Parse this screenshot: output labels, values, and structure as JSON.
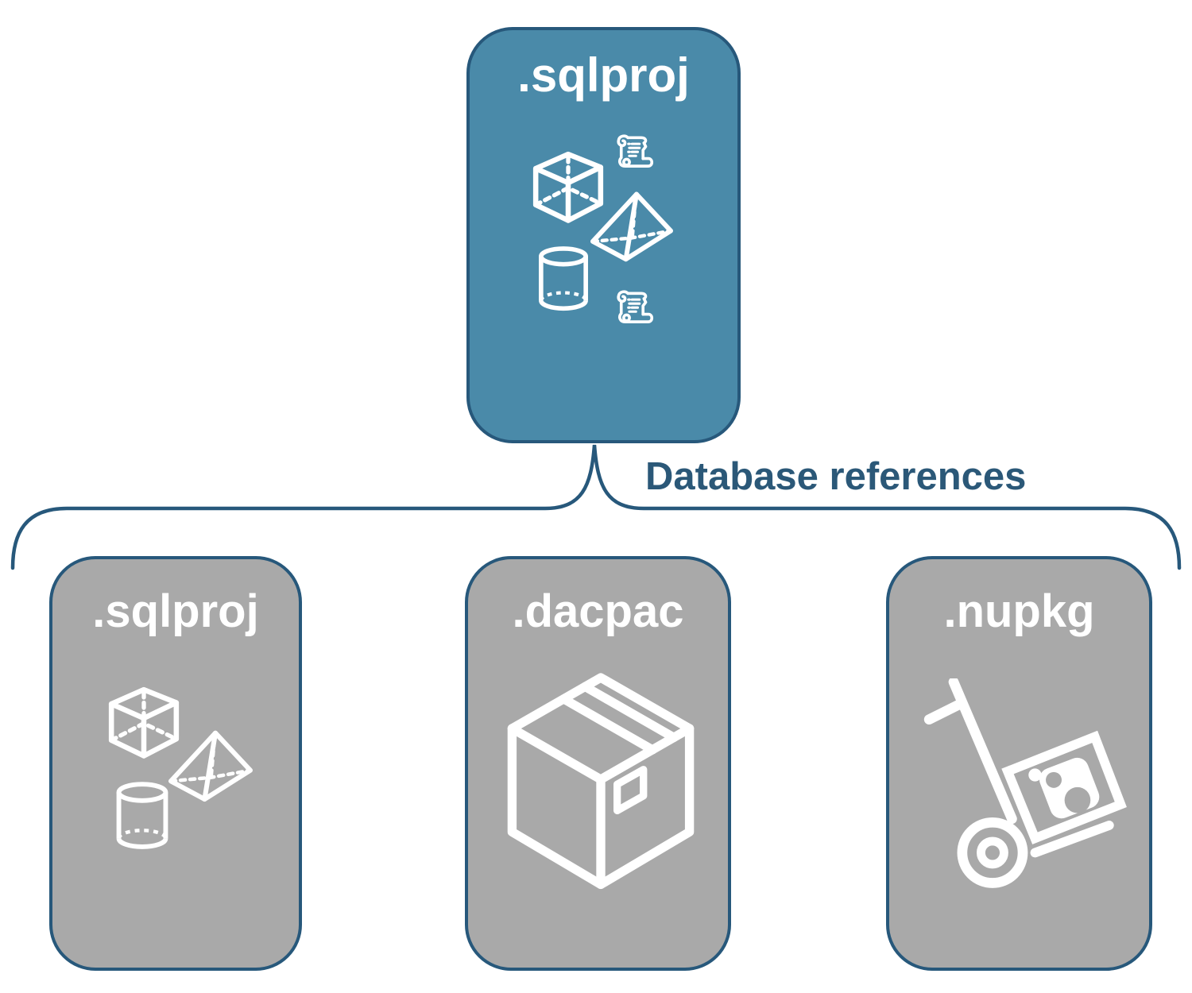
{
  "colors": {
    "accent_blue": "#4a8aa9",
    "outline_blue": "#27587b",
    "text_blue": "#2b5878",
    "gray_fill": "#a9a9a9",
    "white": "#ffffff"
  },
  "root_node": {
    "label": ".sqlproj",
    "icons": [
      "cube-icon",
      "scroll-icon",
      "pyramid-icon",
      "cylinder-icon",
      "scroll-icon"
    ]
  },
  "connector": {
    "label": "Database references"
  },
  "child_nodes": [
    {
      "label": ".sqlproj",
      "icons": [
        "cube-icon",
        "pyramid-icon",
        "cylinder-icon"
      ]
    },
    {
      "label": ".dacpac",
      "icons": [
        "package-box-icon"
      ]
    },
    {
      "label": ".nupkg",
      "icons": [
        "hand-truck-package-icon"
      ]
    }
  ]
}
